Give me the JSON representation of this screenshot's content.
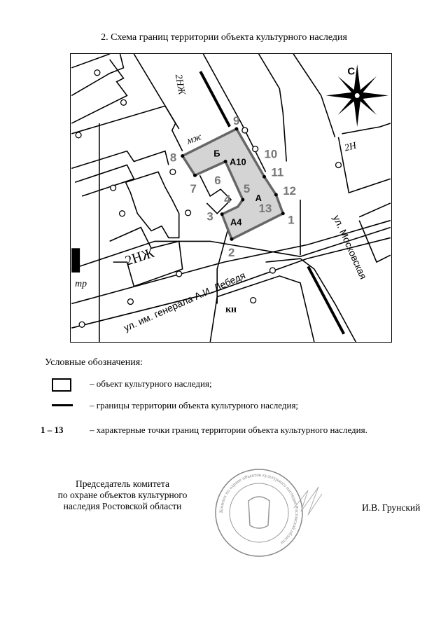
{
  "title": "2. Схема границ территории объекта культурного наследия",
  "map": {
    "compass_label": "С",
    "street_labels": [
      "ул. им. генерала А.И. Лебедя",
      "ул. Московская"
    ],
    "point_labels": [
      "1",
      "2",
      "3",
      "4",
      "5",
      "6",
      "7",
      "8",
      "9",
      "10",
      "11",
      "12",
      "13"
    ],
    "building_labels": [
      "Б",
      "А10",
      "А",
      "А4"
    ],
    "map_annotations": [
      "2НЖ",
      "мж",
      "2НЖ",
      "тр",
      "2Н",
      "кн"
    ],
    "boundary_color": "#666666",
    "object_fill": "#d4d4d4"
  },
  "legend": {
    "title": "Условные обозначения:",
    "items": [
      {
        "symbol": "rectangle",
        "text": "– объект культурного наследия;"
      },
      {
        "symbol": "line",
        "text": "– границы территории объекта культурного наследия;"
      },
      {
        "symbol": "1 – 13",
        "text": "– характерные точки границ территории объекта культурного наследия."
      }
    ]
  },
  "signature": {
    "position_lines": [
      "Председатель комитета",
      "по охране объектов культурного",
      "наследия Ростовской области"
    ],
    "name": "И.В. Грунский",
    "stamp_text": "Комитет по охране объектов культурного наследия Ростовской области"
  }
}
